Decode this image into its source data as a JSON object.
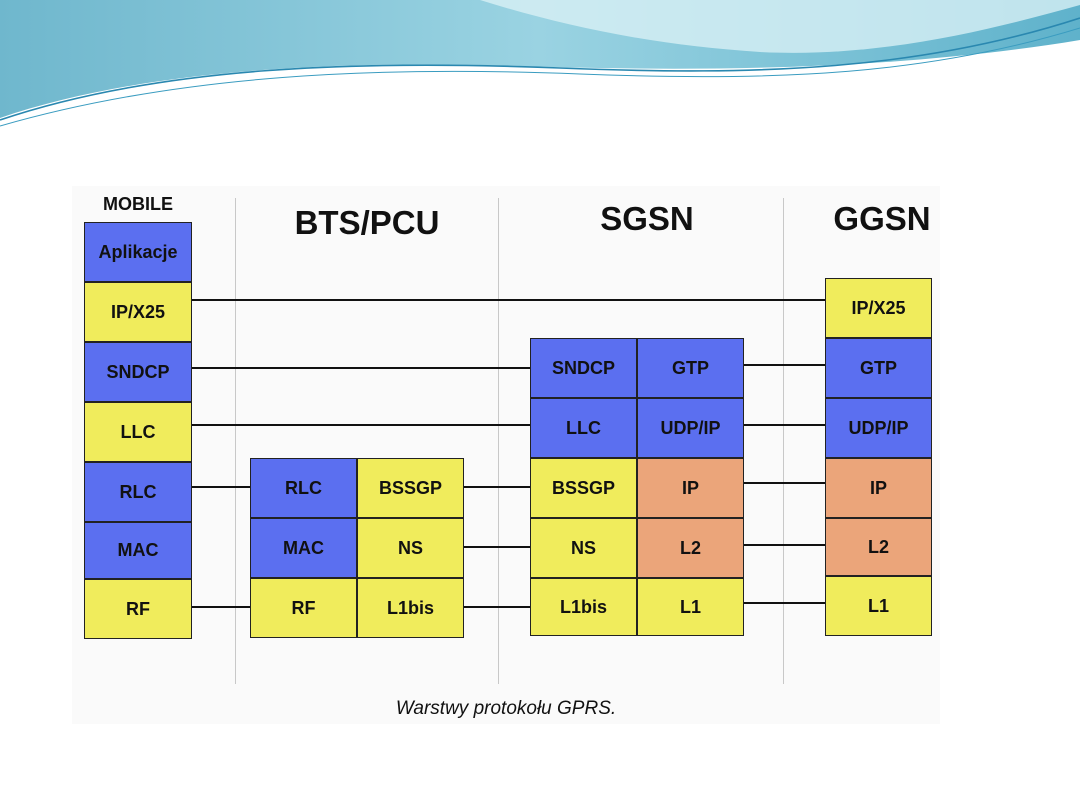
{
  "headers": {
    "mobile": "MOBILE",
    "bts": "BTS/PCU",
    "sgsn": "SGSN",
    "ggsn": "GGSN"
  },
  "mobile": [
    "Aplikacje",
    "IP/X25",
    "SNDCP",
    "LLC",
    "RLC",
    "MAC",
    "RF"
  ],
  "bts": {
    "left": [
      "RLC",
      "MAC",
      "RF"
    ],
    "right": [
      "BSSGP",
      "NS",
      "L1bis"
    ]
  },
  "sgsn": {
    "left": [
      "SNDCP",
      "LLC",
      "BSSGP",
      "NS",
      "L1bis"
    ],
    "right": [
      "GTP",
      "UDP/IP",
      "IP",
      "L2",
      "L1"
    ]
  },
  "ggsn": [
    "IP/X25",
    "GTP",
    "UDP/IP",
    "IP",
    "L2",
    "L1"
  ],
  "caption": "Warstwy protokołu GPRS.",
  "colors": {
    "blue": "#5b6ff0",
    "yellow": "#f0ec5c",
    "orange": "#eba57a",
    "wave": "#7ec3d6"
  }
}
